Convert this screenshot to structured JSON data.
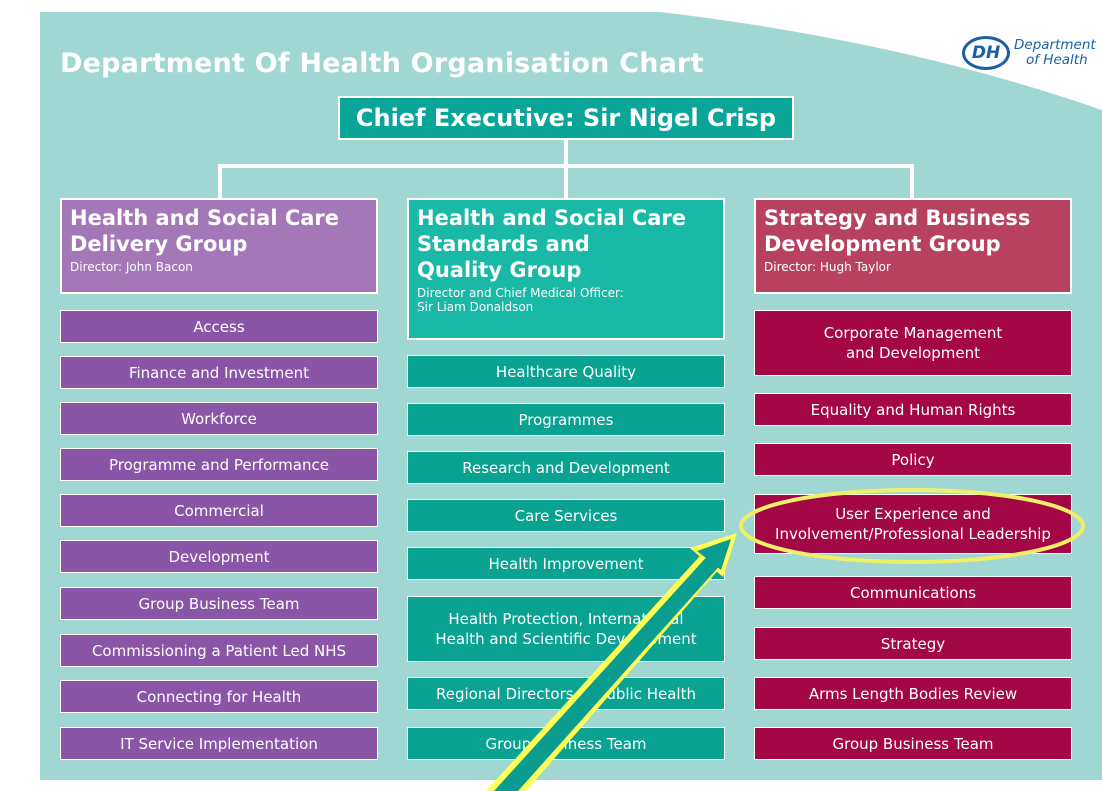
{
  "title": "Department Of Health Organisation Chart",
  "logo": {
    "badge": "DH",
    "line1": "Department",
    "line2": "of Health"
  },
  "ceo": "Chief Executive: Sir Nigel Crisp",
  "colors": {
    "background": "#a0d7d2",
    "purple": "#8a55a6",
    "teal": "#0aa392",
    "crimson": "#a30745",
    "highlight": "#f1ef6a"
  },
  "groups": [
    {
      "title": "Health and Social Care\nDelivery Group",
      "director": "Director: John Bacon",
      "units": [
        "Access",
        "Finance and Investment",
        "Workforce",
        "Programme and Performance",
        "Commercial",
        "Development",
        "Group Business Team",
        "Commissioning a Patient Led NHS",
        "Connecting for Health",
        "IT Service Implementation"
      ]
    },
    {
      "title": "Health and Social Care\nStandards and\nQuality Group",
      "director": "Director and Chief Medical Officer:\nSir Liam Donaldson",
      "units": [
        "Healthcare Quality",
        "Programmes",
        "Research and Development",
        "Care Services",
        "Health Improvement",
        "Health Protection, International\nHealth and Scientific Development",
        "Regional Directors of Public Health",
        "Group Business Team"
      ]
    },
    {
      "title": "Strategy and Business\nDevelopment Group",
      "director": "Director: Hugh Taylor",
      "units": [
        "Corporate Management\nand Development",
        "Equality and Human Rights",
        "Policy",
        "User Experience and\nInvolvement/Professional Leadership",
        "Communications",
        "Strategy",
        "Arms Length Bodies Review",
        "Group Business Team"
      ]
    }
  ]
}
